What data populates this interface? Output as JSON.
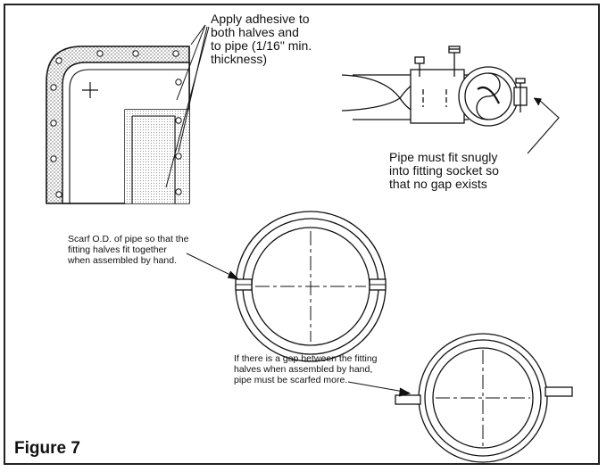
{
  "figure_label": "Figure 7",
  "labels": {
    "adhesive": "Apply adhesive to\nboth halves and\nto pipe (1/16\" min.\nthickness)",
    "snug_fit": "Pipe must fit snugly\ninto fitting socket so\nthat no gap exists",
    "scarf": "Scarf O.D. of pipe so that the\nfitting halves fit together\nwhen assembled by hand.",
    "gap": "If there is a gap between the fitting\nhalves when assembled by hand,\npipe must be scarfed more."
  }
}
